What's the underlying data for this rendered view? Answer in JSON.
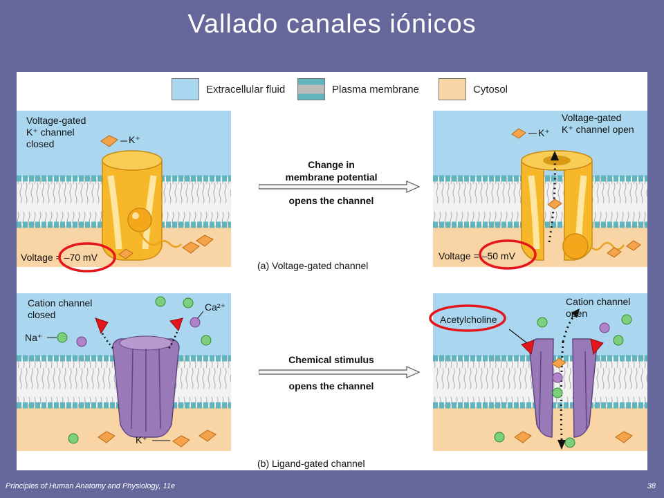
{
  "title": "Vallado canales iónicos",
  "footer": {
    "left": "Principles of Human Anatomy and Physiology, 11e",
    "page": "38"
  },
  "legend": {
    "extracellular": "Extracellular fluid",
    "membrane": "Plasma membrane",
    "cytosol": "Cytosol"
  },
  "colors": {
    "background": "#65679a",
    "extracellular": "#aad7ef",
    "cytosol": "#f9d4a4",
    "membrane_head": "#5fb4bd",
    "channel_k": "#f6b82a",
    "channel_cation": "#9a79b8",
    "highlight": "#e4161b"
  },
  "voltage": {
    "closed_label": "Voltage-gated\nK⁺ channel\nclosed",
    "open_label": "Voltage-gated\nK⁺ channel open",
    "ion_k": "K⁺",
    "voltage_left": "Voltage = –70 mV",
    "voltage_right": "Voltage = –50 mV",
    "change_line1": "Change in",
    "change_line2": "membrane potential",
    "change_line3": "opens the channel",
    "caption": "(a) Voltage-gated channel"
  },
  "ligand": {
    "closed_label": "Cation channel\nclosed",
    "open_label": "Cation channel\nopen",
    "ion_na": "Na⁺",
    "ion_ca": "Ca²⁺",
    "ion_k": "K⁺",
    "acetylcholine": "Acetylcholine",
    "stimulus_line1": "Chemical stimulus",
    "stimulus_line2": "opens the channel",
    "caption": "(b) Ligand-gated channel"
  }
}
